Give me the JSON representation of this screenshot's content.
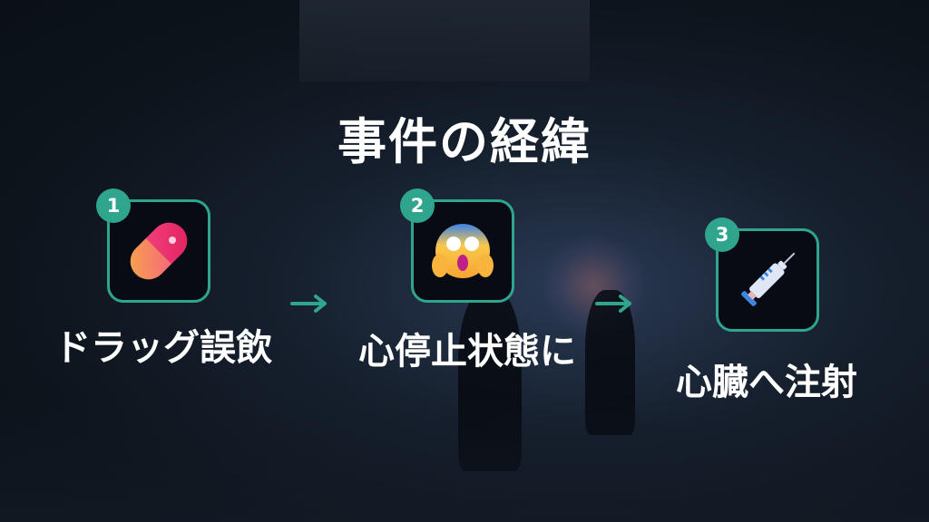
{
  "title": "事件の経緯",
  "accent_color": "#2fa58e",
  "steps": [
    {
      "number": "1",
      "icon": "pill-icon",
      "label": "ドラッグ誤飲"
    },
    {
      "number": "2",
      "icon": "face-screaming-in-fear-icon",
      "label": "心停止状態に"
    },
    {
      "number": "3",
      "icon": "syringe-icon",
      "label": "心臓へ注射"
    }
  ],
  "arrows": [
    {
      "icon": "arrow-right-icon"
    },
    {
      "icon": "arrow-right-icon"
    }
  ]
}
